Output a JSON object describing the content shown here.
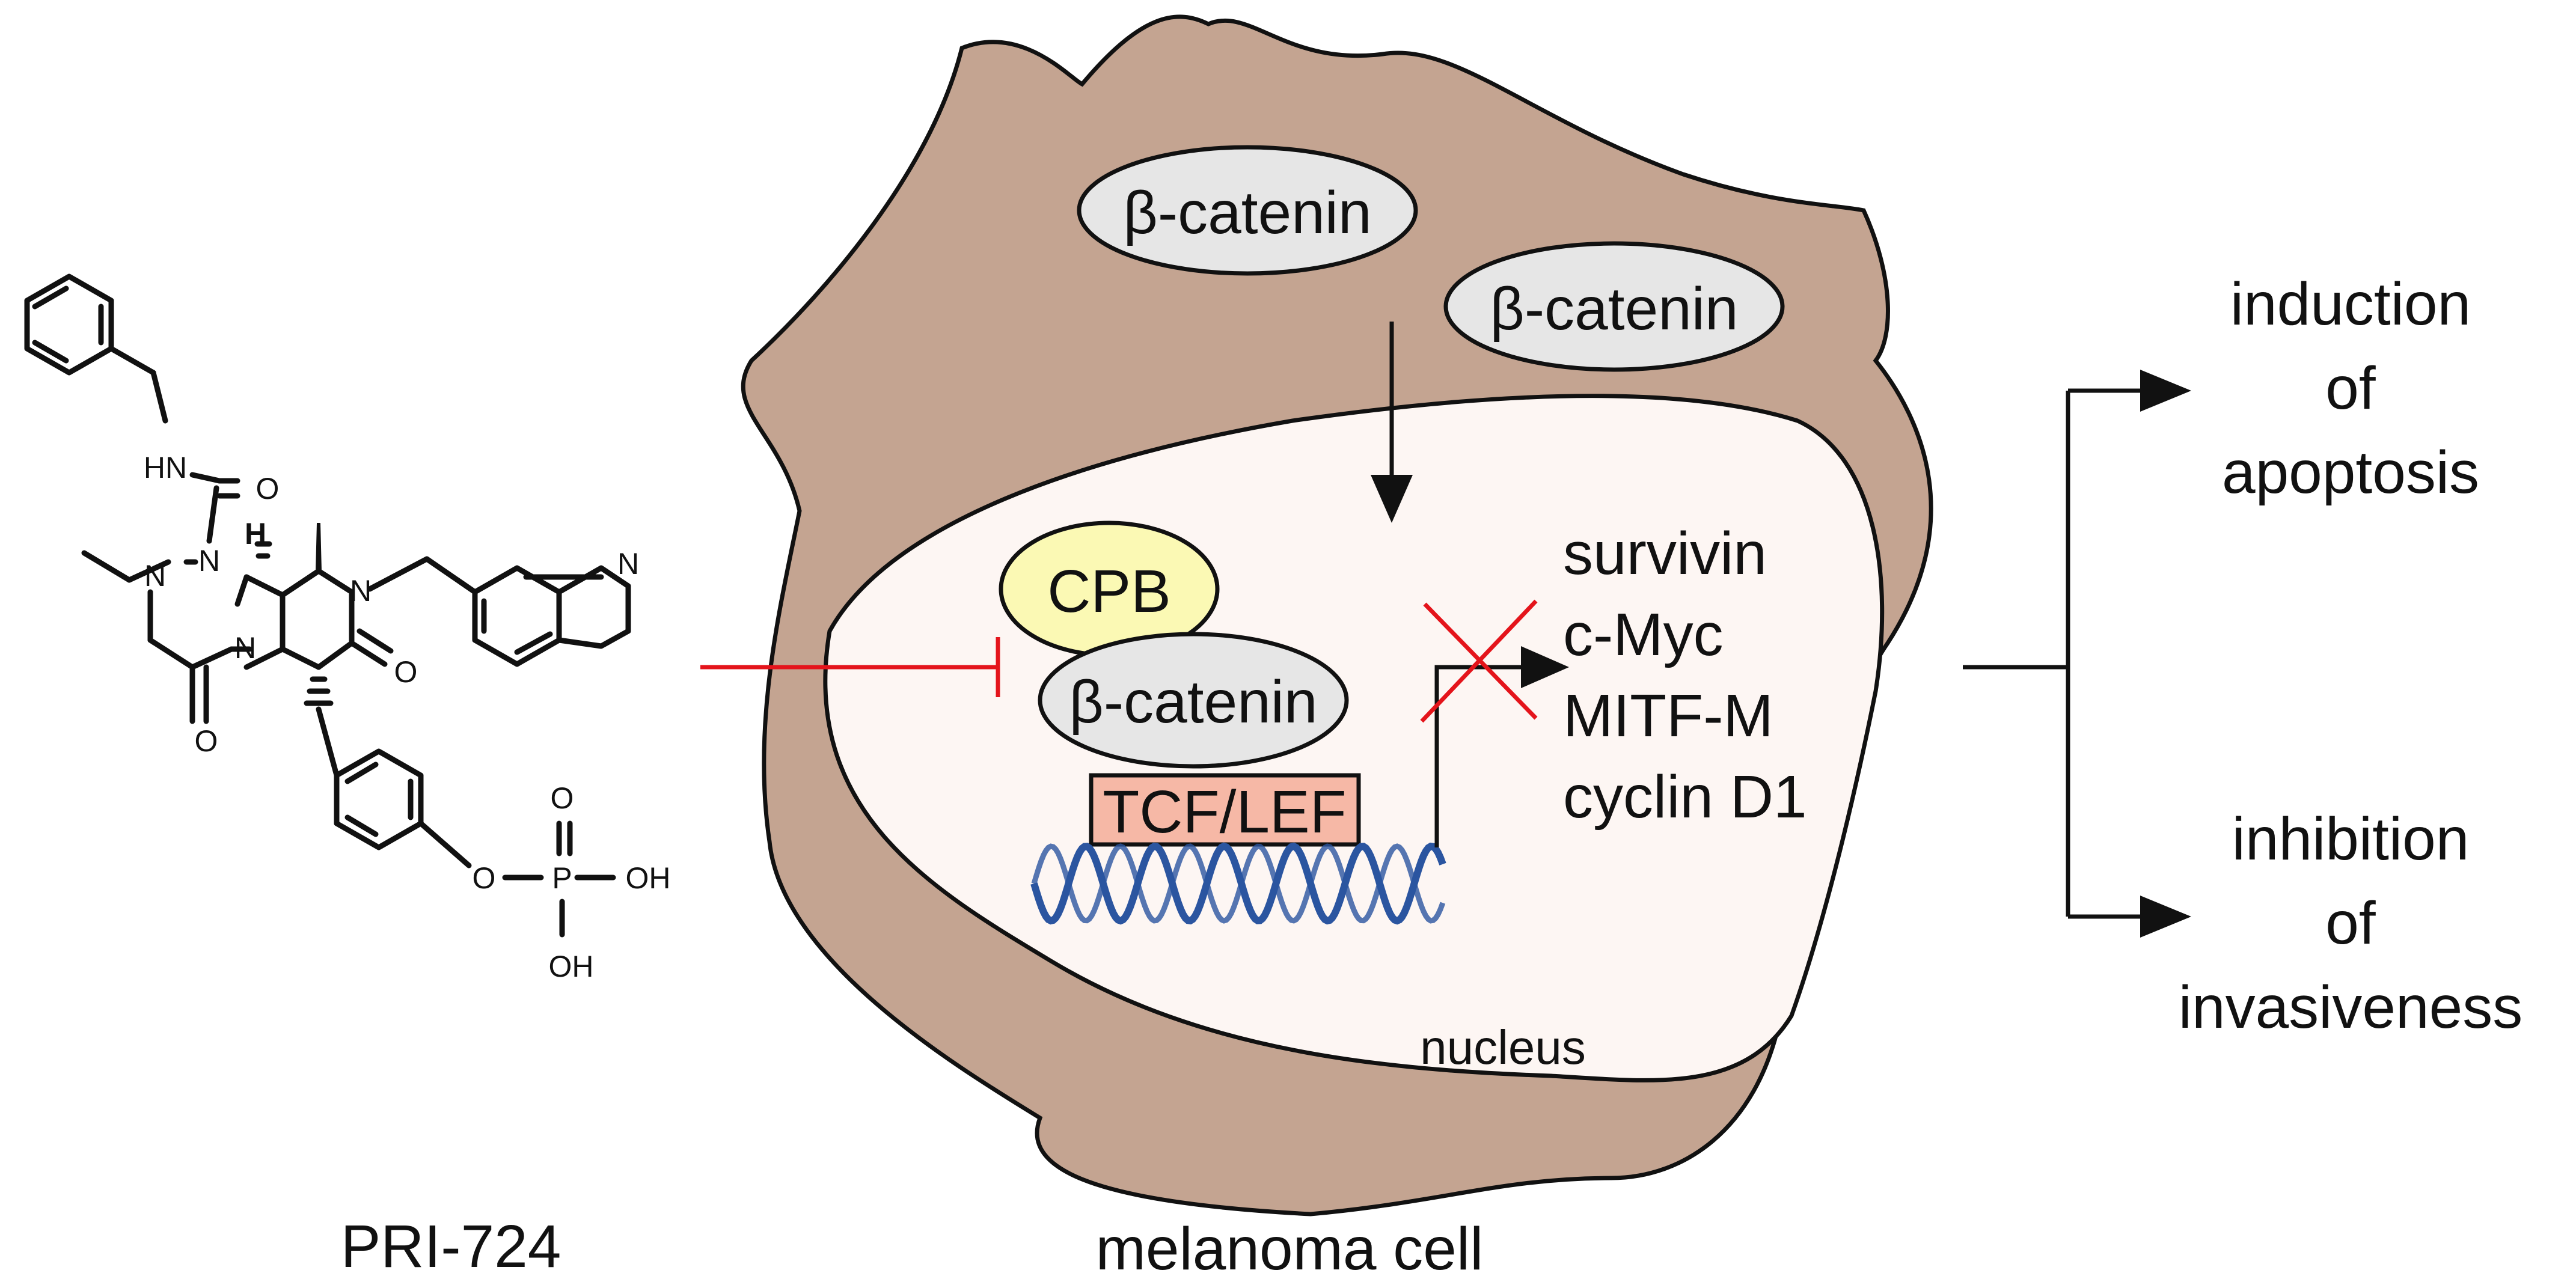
{
  "colors": {
    "cell_fill": "#c4a491",
    "nucleus_fill": "#fdf6f3",
    "catenin_fill": "#e6e6e6",
    "cpb_fill": "#fbf9b4",
    "tcf_fill": "#f6b8a6",
    "dna_color": "#2b55a0",
    "inhibit_color": "#e4141b",
    "line_color": "#111111"
  },
  "drug": {
    "name": "PRI-724",
    "atoms": {
      "hn": "HN",
      "o_carbonyl": "O",
      "n1": "N",
      "n2": "N",
      "h": "H",
      "n_bridge": "N",
      "n_amide": "N",
      "o_ketone1": "O",
      "o_ketone2": "O",
      "n_quinoline": "N",
      "o_ether": "O",
      "p": "P",
      "o_phosphate": "O",
      "oh1": "OH",
      "oh2": "OH"
    }
  },
  "cell": {
    "label": "melanoma cell",
    "cytoplasm_catenin_1": "β-catenin",
    "cytoplasm_catenin_2": "β-catenin",
    "nucleus_label": "nucleus",
    "cpb_label": "CPB",
    "nuclear_catenin": "β-catenin",
    "tcf_label": "TCF/LEF",
    "target_genes": [
      "survivin",
      "c-Myc",
      "MITF-M",
      "cyclin D1"
    ]
  },
  "outcomes": {
    "apoptosis": [
      "induction",
      "of",
      "apoptosis"
    ],
    "invasiveness": [
      "inhibition",
      "of",
      "invasiveness"
    ]
  }
}
